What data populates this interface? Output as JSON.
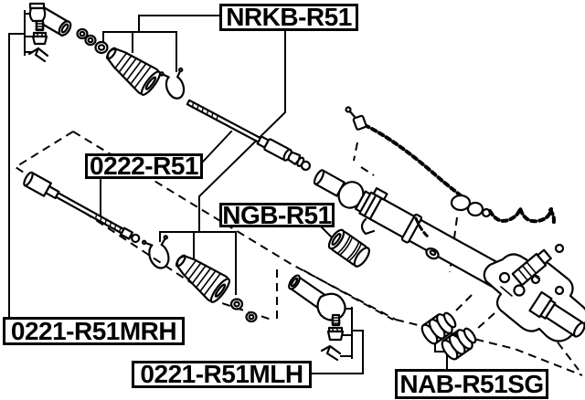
{
  "diagram": {
    "background": "#ffffff",
    "line_color": "#000000",
    "label_boxes": {
      "boot_kit": "NRKB-R51",
      "inner_tie_rod": "0222-R51",
      "steering_gear_bushing": "NGB-R51",
      "tie_rod_end_right": "0221-R51MRH",
      "tie_rod_end_left": "0221-R51MLH",
      "rack_mount_bushing": "NAB-R51SG"
    }
  }
}
